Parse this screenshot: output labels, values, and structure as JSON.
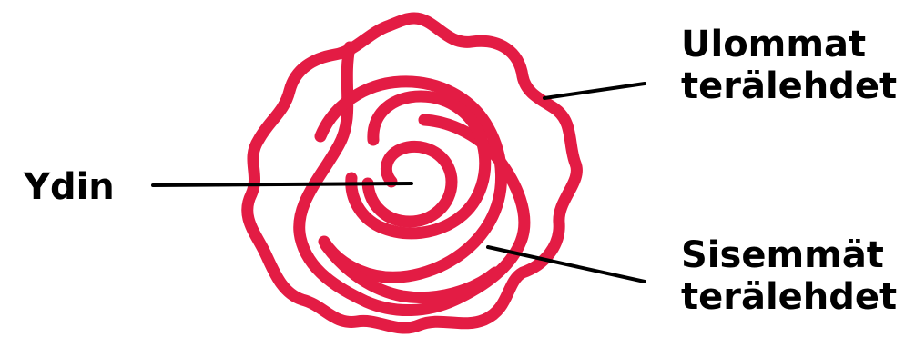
{
  "colors": {
    "rose_stroke": "#E31C44",
    "leader_line": "#000000",
    "text": "#000000"
  },
  "labels": {
    "core": "Ydin",
    "outer_petals": {
      "line1": "Ulommat",
      "line2": "terälehdet"
    },
    "inner_petals": {
      "line1": "Sisemmät",
      "line2": "terälehdet"
    }
  }
}
